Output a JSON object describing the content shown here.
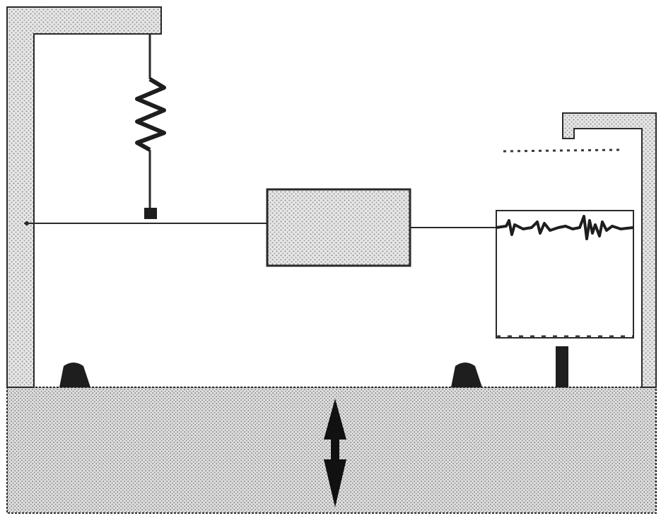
{
  "diagram": {
    "type": "seismograph-schematic",
    "components": [
      "support-frame",
      "spring",
      "spring-attachment",
      "suspended-mass",
      "pendulum-arm",
      "recording-drum",
      "drum-frame",
      "seismic-trace",
      "left-foot",
      "right-foot",
      "drum-post",
      "ground-block",
      "ground-motion-arrow"
    ],
    "colors": {
      "ink": "#2a2a2a",
      "frame_fill": "#d8d8d8",
      "ground_fill": "#dcdcdc",
      "mass_fill": "#d4d4d4",
      "background": "#ffffff"
    }
  }
}
